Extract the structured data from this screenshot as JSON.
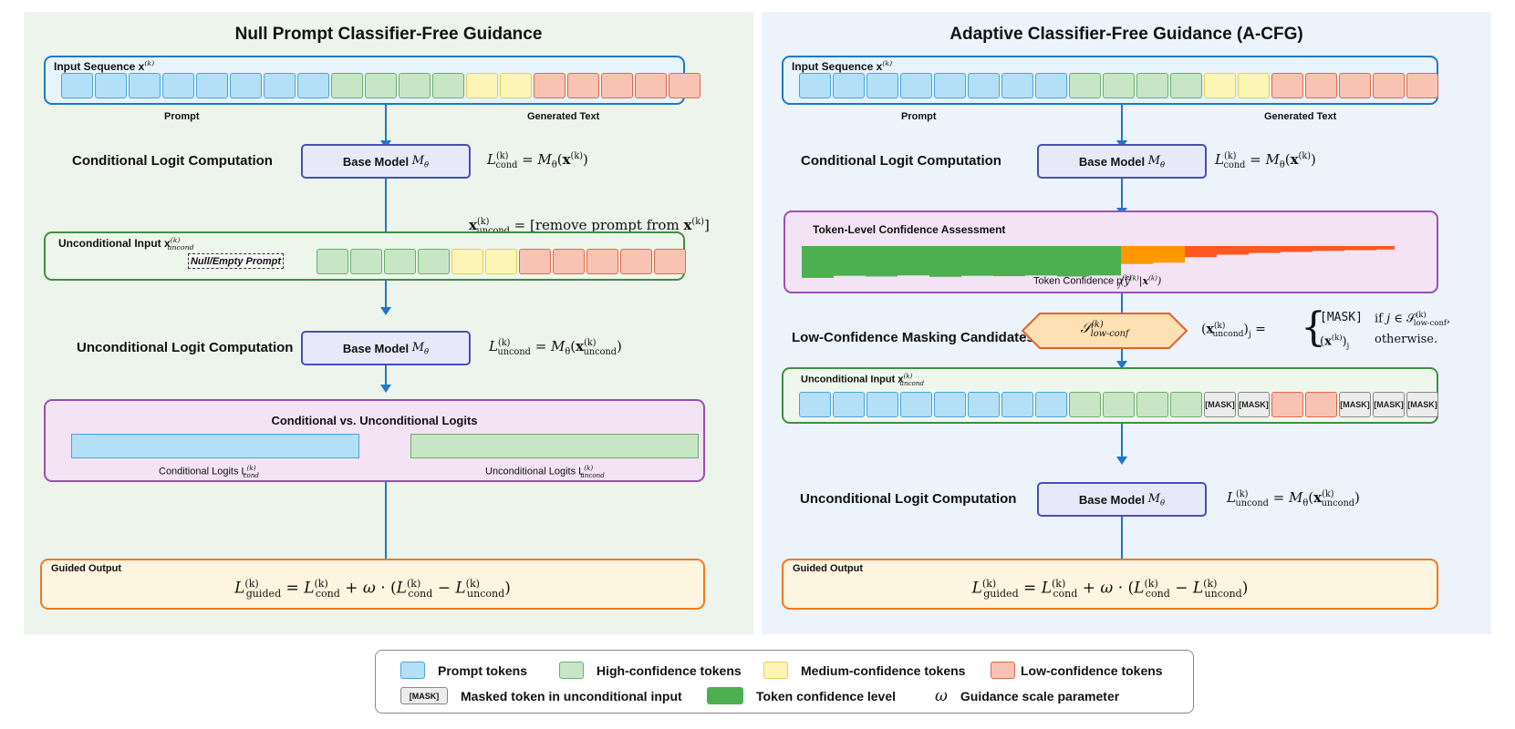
{
  "left": {
    "title": "Null Prompt Classifier-Free Guidance",
    "input_label": "Input Sequence x",
    "input_sup": "(k)",
    "prompt_label": "Prompt",
    "generated_label": "Generated Text",
    "cond_step": "Conditional Logit Computation",
    "model_label": "Base Model",
    "model_math": "Mθ",
    "cond_eq": "L(k)cond = Mθ(x(k))",
    "remove_eq": "x(k)uncond = [remove prompt from x(k)]",
    "uncond_input_label": "Unconditional Input x",
    "uncond_sub": "uncond",
    "null_prompt": "Null/Empty Prompt",
    "uncond_step": "Unconditional Logit Computation",
    "uncond_eq": "L(k)uncond = Mθ(x(k)uncond)",
    "compare_title": "Conditional vs. Unconditional Logits",
    "cond_logits_label": "Conditional Logits L",
    "uncond_logits_label": "Unconditional Logits L",
    "guided_label": "Guided Output",
    "guided_eq": "L(k)guided = L(k)cond + ω · (L(k)cond − L(k)uncond)"
  },
  "right": {
    "title": "Adaptive Classifier-Free Guidance (A-CFG)",
    "input_label": "Input Sequence x",
    "prompt_label": "Prompt",
    "generated_label": "Generated Text",
    "cond_step": "Conditional Logit Computation",
    "model_label": "Base Model",
    "model_math": "Mθ",
    "cond_eq": "L(k)cond = Mθ(x(k))",
    "confidence_title": "Token-Level Confidence Assessment",
    "confidence_caption": "Token Confidence p",
    "mask_step": "Low-Confidence Masking Candidates",
    "mask_set": "S(k)low-conf",
    "mask_eq_lhs": "(x(k)uncond)j =",
    "mask_eq_case1_val": "[MASK]",
    "mask_eq_case1_cond": "if j ∈ S(k)low-conf,",
    "mask_eq_case2_val": "(x(k))j",
    "mask_eq_case2_cond": "otherwise.",
    "uncond_input_label": "Unconditional Input x",
    "mask_token": "[MASK]",
    "uncond_step": "Unconditional Logit Computation",
    "uncond_eq": "L(k)uncond = Mθ(x(k)uncond)",
    "guided_label": "Guided Output",
    "guided_eq": "L(k)guided = L(k)cond + ω · (L(k)cond − L(k)uncond)"
  },
  "confidence_levels": [
    0.92,
    0.86,
    0.88,
    0.85,
    0.89,
    0.86,
    0.87,
    0.85,
    0.88,
    0.85,
    0.52,
    0.48,
    0.32,
    0.25,
    0.2,
    0.17,
    0.14,
    0.12,
    0.1,
    0.08
  ],
  "legend": {
    "prompt": "Prompt tokens",
    "high": "High-confidence tokens",
    "medium": "Medium-confidence tokens",
    "low": "Low-confidence tokens",
    "mask_swatch": "[MASK]",
    "masked": "Masked token in unconditional input",
    "confidence": "Token confidence level",
    "omega": "ω",
    "omega_label": "Guidance scale parameter"
  },
  "colors": {
    "prompt": "#b3e0f7",
    "high": "#c8e6c6",
    "medium": "#fdf5b5",
    "low": "#f9c3b3",
    "confidence_bar": "#4caf50",
    "arrow": "#1f78c8"
  }
}
